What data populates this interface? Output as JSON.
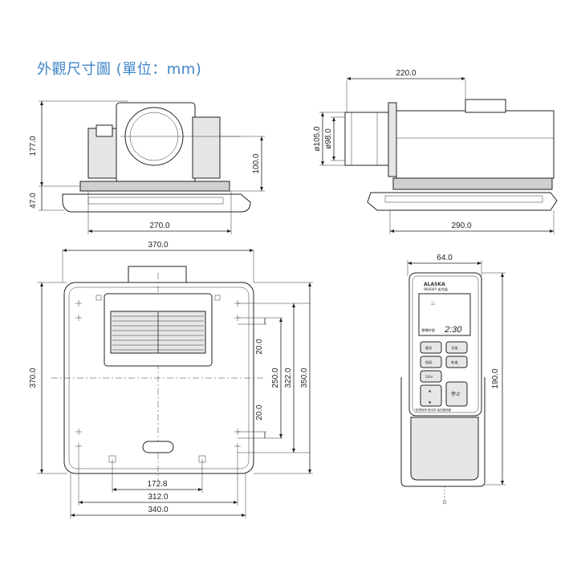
{
  "title": "外觀尺寸圖 (單位：mm)",
  "dims": {
    "height_177": "177.0",
    "flange_47": "47.0",
    "height_100": "100.0",
    "width_270": "270.0",
    "width_220": "220.0",
    "dia_105": "ø105.0",
    "dia_98": "ø98.0",
    "width_290": "290.0",
    "width_370": "370.0",
    "height_370": "370.0",
    "dim_20_top": "20.0",
    "dim_20_bottom": "20.0",
    "dim_250": "250.0",
    "dim_322": "322.0",
    "dim_350": "350.0",
    "dim_172": "172.8",
    "dim_312": "312.0",
    "dim_340": "340.0",
    "remote_width": "64.0",
    "remote_height": "190.0"
  },
  "remote": {
    "brand": "ALASKA",
    "model": "968SKP 遙控器",
    "time": "2:30",
    "time_label": "運轉時間",
    "buttons": [
      "暖房",
      "涼風",
      "換氣",
      "乾燥",
      "24hr",
      "停止",
      "▲",
      "▼"
    ],
    "footer": "*如需說明 請洽詢 遙控器按鍵"
  }
}
